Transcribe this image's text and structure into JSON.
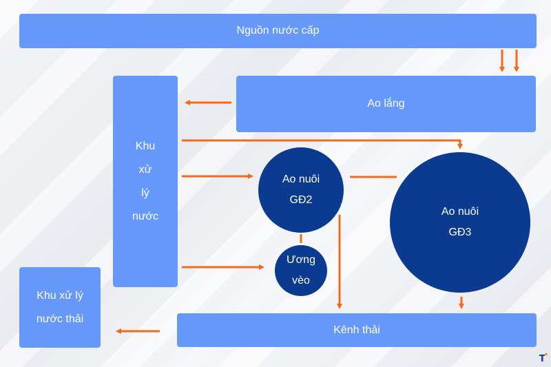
{
  "nodes": {
    "water_source": "Nguồn nước cấp",
    "settling_pond": "Ao lắng",
    "treatment_area": [
      "Khu",
      "xử",
      "lý",
      "nước"
    ],
    "pond_stage2": [
      "Ao nuôi",
      "GĐ2"
    ],
    "nursery": [
      "Ương",
      "vèo"
    ],
    "pond_stage3": [
      "Ao nuôi",
      "GĐ3"
    ],
    "drain_channel": "Kênh thải",
    "wastewater_area": [
      "Khu xử lý",
      "nước thải"
    ]
  },
  "colors": {
    "box": "#6598f8",
    "circle": "#0b3a91",
    "arrow": "#f26a1b"
  }
}
